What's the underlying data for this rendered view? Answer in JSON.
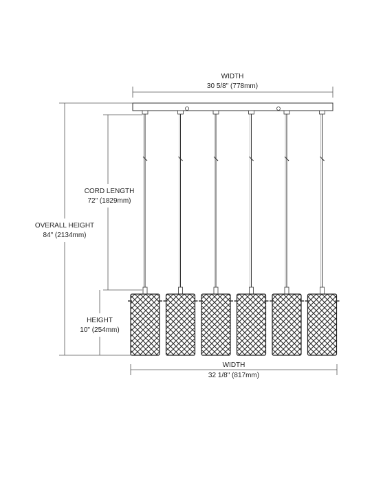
{
  "labels": {
    "top_width_title": "WIDTH",
    "top_width_value": "30 5/8\" (778mm)",
    "cord_title": "CORD LENGTH",
    "cord_value": "72\" (1829mm)",
    "overall_title": "OVERALL HEIGHT",
    "overall_value": "84\" (2134mm)",
    "height_title": "HEIGHT",
    "height_value": "10\" (254mm)",
    "bottom_width_title": "WIDTH",
    "bottom_width_value": "32 1/8\" (817mm)"
  },
  "pendant_count": 6,
  "colors": {
    "line": "#333333",
    "mesh": "#2a2a2a",
    "text": "#222222"
  }
}
